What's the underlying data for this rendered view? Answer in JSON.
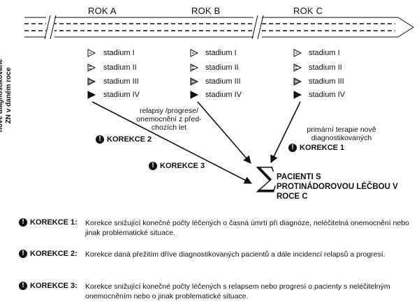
{
  "years": [
    "ROK A",
    "ROK B",
    "ROK C"
  ],
  "stages": [
    "stadium I",
    "stadium II",
    "stadium III",
    "stadium IV"
  ],
  "y_axis_label": "nové diagnostikované ZN v daném roce",
  "notes": {
    "relapse": "relapsy /progrese/ onemocnění z před- chozích let",
    "primary": "primární terapie nově diagnostikovaných"
  },
  "corrections": {
    "k1": "KOREKCE 1",
    "k2": "KOREKCE 2",
    "k3": "KOREKCE 3"
  },
  "result": {
    "symbol": "∑",
    "text": "PACIENTI S PROTINÁDOROVOU LÉČBOU V ROCE C"
  },
  "legend": [
    {
      "label": "KOREKCE 1:",
      "text": "Korekce snižující konečné počty léčených o časná úmrtí při diagnóze, neléčitelná onemocnění nebo jinak problematické situace."
    },
    {
      "label": "KOREKCE 2:",
      "text": "Korekce daná přežitím dříve diagnostikovaných pacientů a dále incidencí relapsů a progresí."
    },
    {
      "label": "KOREKCE 3:",
      "text": "Korekce snižující konečné počty léčených s relapsem nebo progresí o pacienty s neléčitelným onemocněním nebo o  jinak problematické situace."
    }
  ],
  "badge_symbol": "!"
}
